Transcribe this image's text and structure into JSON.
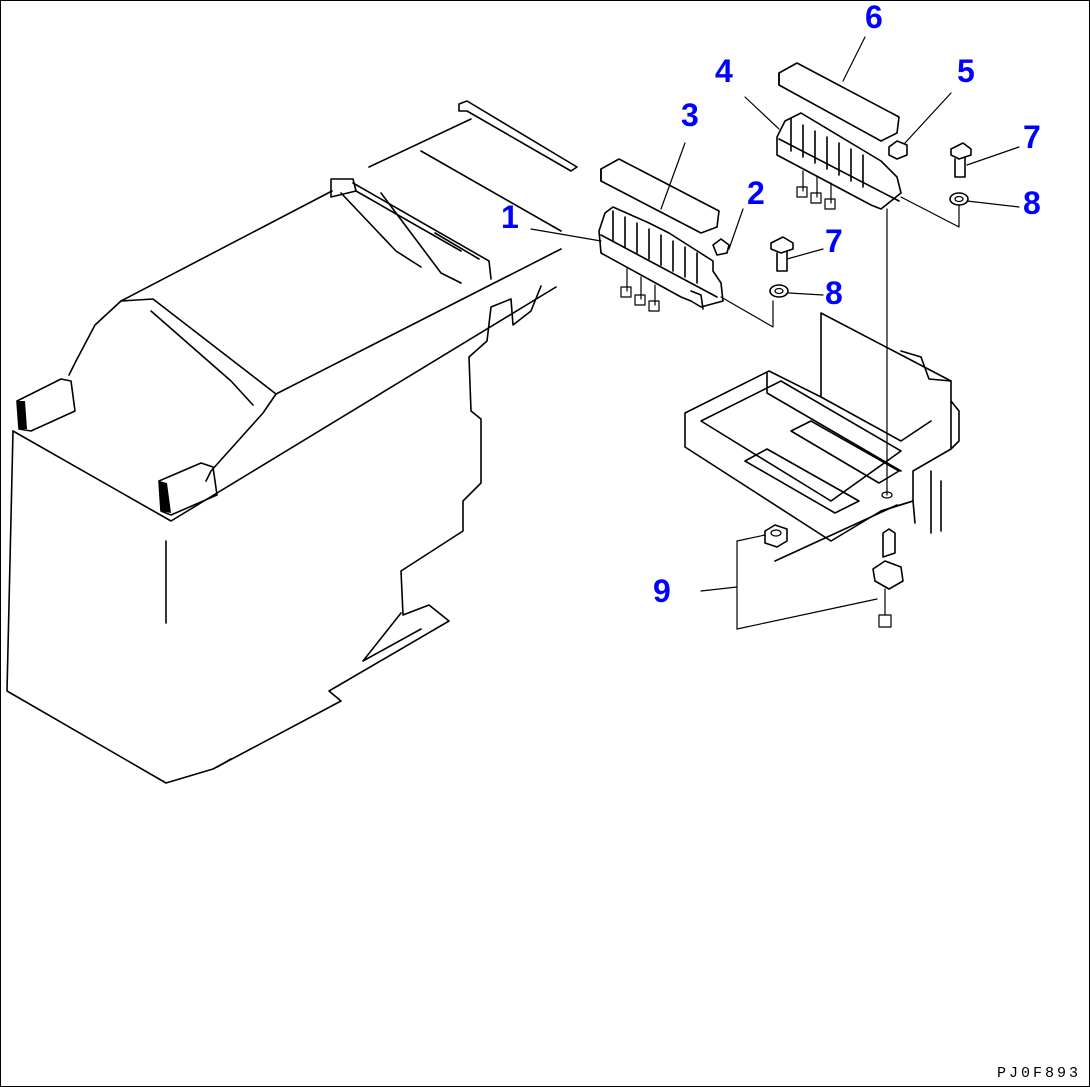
{
  "callouts": [
    {
      "id": "callout-1",
      "text": "1"
    },
    {
      "id": "callout-2",
      "text": "2"
    },
    {
      "id": "callout-3",
      "text": "3"
    },
    {
      "id": "callout-4",
      "text": "4"
    },
    {
      "id": "callout-5",
      "text": "5"
    },
    {
      "id": "callout-6",
      "text": "6"
    },
    {
      "id": "callout-7a",
      "text": "7"
    },
    {
      "id": "callout-7b",
      "text": "7"
    },
    {
      "id": "callout-8a",
      "text": "8"
    },
    {
      "id": "callout-8b",
      "text": "8"
    },
    {
      "id": "callout-9",
      "text": "9"
    }
  ],
  "drawing_code": "PJ0F893",
  "colors": {
    "callout": "#0000ff",
    "line": "#000000",
    "background": "#ffffff"
  }
}
